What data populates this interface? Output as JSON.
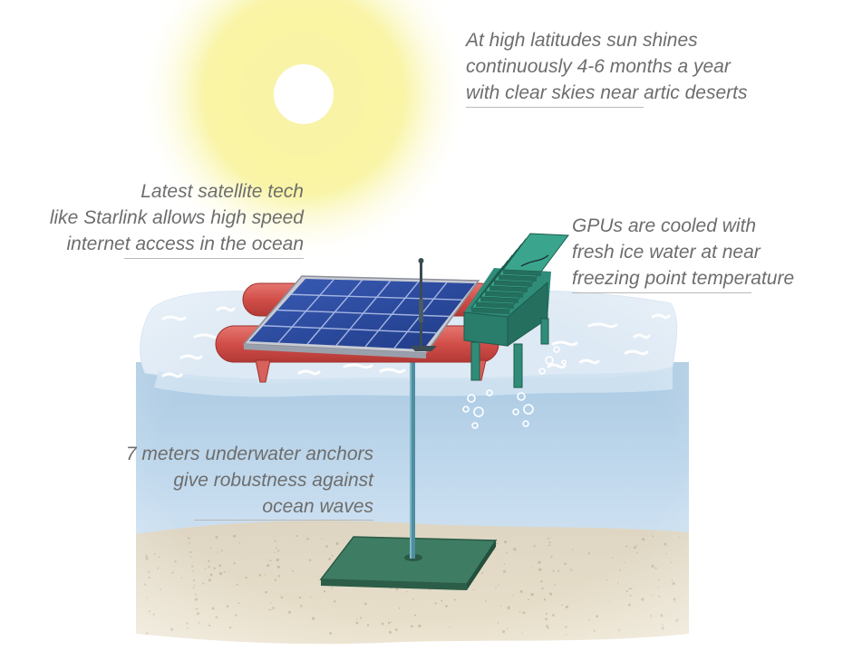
{
  "captions": {
    "sun": {
      "lines": [
        "At high latitudes sun shines",
        "continuously 4-6 months a year",
        "with clear skies near artic deserts"
      ]
    },
    "satellite": {
      "lines": [
        "Latest satellite tech",
        "like Starlink allows high speed",
        "internet access in the ocean"
      ]
    },
    "cooling": {
      "lines": [
        "GPUs are cooled with",
        "fresh ice water at near",
        "freezing point temperature"
      ]
    },
    "anchor": {
      "lines": [
        "7 meters underwater anchors",
        "give robustness against",
        "ocean waves"
      ]
    }
  },
  "colors": {
    "sun_core": "#ffffff",
    "sun_glow": "#f6f07a",
    "ice": "#dbeaf7",
    "water": "#bcd6ea",
    "sand": "#e4d8bf",
    "floats": "#d8554f",
    "solar_panel": "#25418f",
    "gpu_rack": "#2f8c78",
    "anchor_plate": "#3e7c63",
    "caption_text": "#6d6d6d"
  },
  "icons": [
    "sun-icon",
    "antenna-icon",
    "solar-panel-icon",
    "gpu-rack-icon",
    "anchor-plate-icon"
  ]
}
